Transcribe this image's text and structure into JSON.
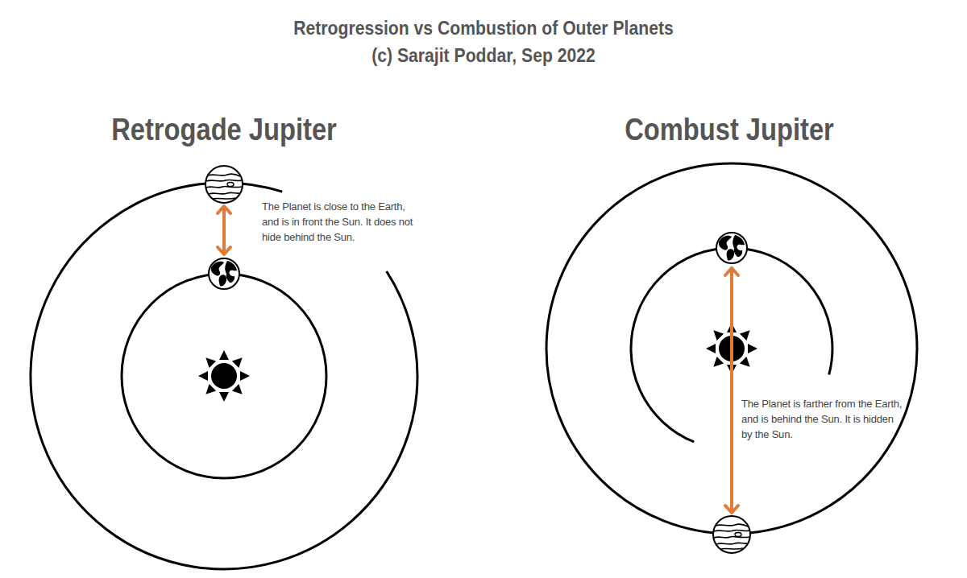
{
  "diagram": {
    "title": "Retrogression vs Combustion of Outer Planets",
    "labels": [
      "(c) Sarajit Poddar, Sep 2022",
      "Retrogade Jupiter",
      "The Planet is close to the Earth, and is in front the Sun. It does not hide behind the Sun.",
      "Combust Jupiter",
      "The Planet is farther from the Earth, and is behind the Sun. It is hidden by the Sun."
    ]
  }
}
